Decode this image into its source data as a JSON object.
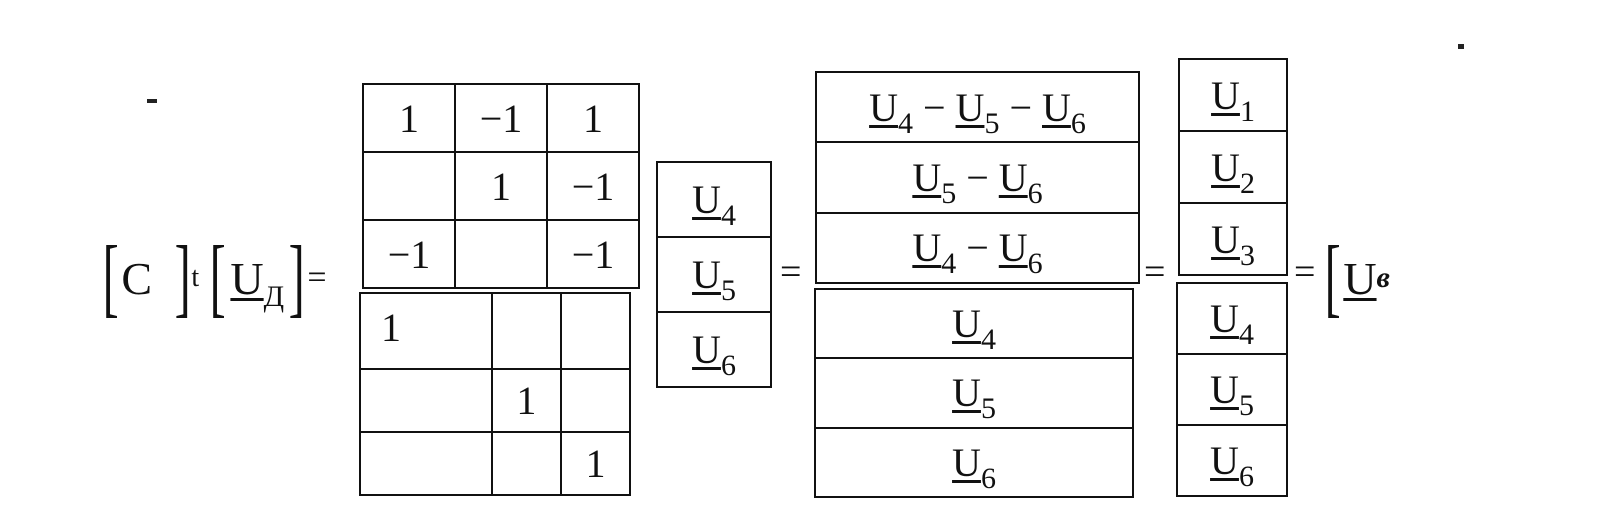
{
  "lhs": {
    "matrix_symbol": "C",
    "transpose_mark": "t",
    "vector_symbol": "U",
    "vector_subscript": "Д",
    "equals": "="
  },
  "matrix_top": [
    [
      "1",
      "−1",
      "1"
    ],
    [
      "",
      "1",
      "−1"
    ],
    [
      "−1",
      "",
      "−1"
    ]
  ],
  "matrix_bottom": [
    [
      "1",
      "",
      ""
    ],
    [
      "",
      "1",
      ""
    ],
    [
      "",
      "",
      "1"
    ]
  ],
  "vector_in": [
    {
      "sym": "U",
      "sub": "4"
    },
    {
      "sym": "U",
      "sub": "5"
    },
    {
      "sym": "U",
      "sub": "6"
    }
  ],
  "equals_2": "=",
  "result_top": [
    {
      "a": "U",
      "a_sub": "4",
      "op1": "−",
      "b": "U",
      "b_sub": "5",
      "op2": "−",
      "c": "U",
      "c_sub": "6"
    },
    {
      "a": "U",
      "a_sub": "5",
      "op1": "−",
      "b": "U",
      "b_sub": "6"
    },
    {
      "a": "U",
      "a_sub": "4",
      "op1": "−",
      "b": "U",
      "b_sub": "6"
    }
  ],
  "result_bottom": [
    {
      "sym": "U",
      "sub": "4"
    },
    {
      "sym": "U",
      "sub": "5"
    },
    {
      "sym": "U",
      "sub": "6"
    }
  ],
  "equals_3": "=",
  "branch_vector": [
    {
      "sym": "U",
      "sub": "1"
    },
    {
      "sym": "U",
      "sub": "2"
    },
    {
      "sym": "U",
      "sub": "3"
    },
    {
      "sym": "U",
      "sub": "4"
    },
    {
      "sym": "U",
      "sub": "5"
    },
    {
      "sym": "U",
      "sub": "6"
    }
  ],
  "equals_4": "=",
  "rhs": {
    "vector_symbol": "U",
    "vector_subscript": "в"
  }
}
